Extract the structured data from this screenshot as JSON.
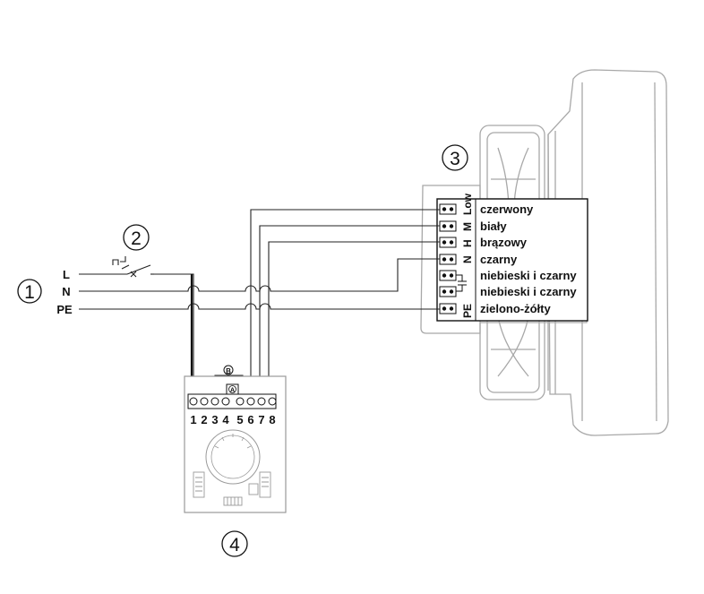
{
  "callouts": {
    "supply": "1",
    "switch": "2",
    "heater": "3",
    "controller": "4"
  },
  "supply_lines": {
    "l": "L",
    "n": "N",
    "pe": "PE"
  },
  "heater_terminals": {
    "low": "Low",
    "m": "M",
    "h": "H",
    "n": "N",
    "pe": "PE"
  },
  "wire_colors": [
    "czerwony",
    "biały",
    "brązowy",
    "czarny",
    "niebieski i czarny",
    "niebieski i czarny",
    "zielono-żółty"
  ],
  "controller": {
    "terminals": [
      "1",
      "2",
      "3",
      "4",
      "5",
      "6",
      "7",
      "8"
    ],
    "bridge_a": "A",
    "bridge_b": "B"
  }
}
